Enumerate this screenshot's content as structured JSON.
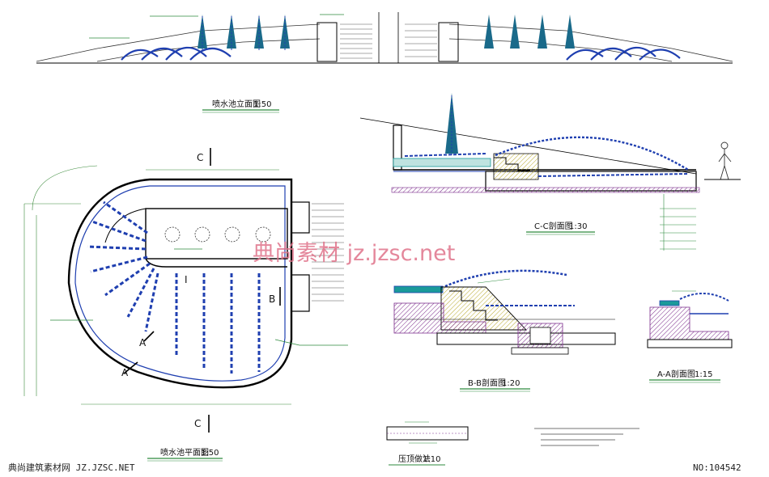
{
  "drawings": {
    "elevation": {
      "title": "喷水池立面图",
      "scale": "1:50"
    },
    "plan": {
      "title": "喷水池平面图",
      "scale": "1:50"
    },
    "section_cc": {
      "title": "C-C剖面图",
      "scale": "1:30"
    },
    "section_bb": {
      "title": "B-B剖面图",
      "scale": "1:20"
    },
    "section_aa": {
      "title": "A-A剖面图",
      "scale": "1:15"
    },
    "detail": {
      "title": "压顶做法",
      "scale": "1:10"
    }
  },
  "section_marks": {
    "a": "A",
    "b": "B",
    "c": "C",
    "i": "I"
  },
  "watermark": {
    "text": "典尚素材 jz.jzsc.net"
  },
  "footer": {
    "left": "典尚建筑素材网 JZ.JZSC.NET",
    "right": "NO:104542"
  },
  "colors": {
    "line": "#000000",
    "blue": "#1f3fb0",
    "teal": "#1a9a9a",
    "green": "#2e8a3e",
    "purple": "#7a2a8a",
    "dim": "#3a8a3a"
  }
}
